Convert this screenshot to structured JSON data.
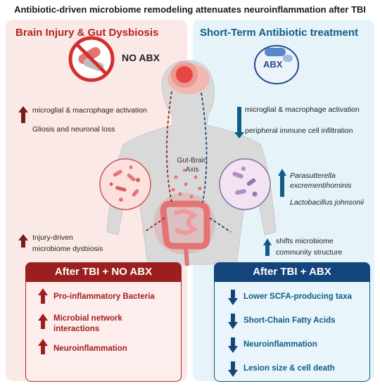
{
  "title": "Antibiotic-driven microbiome remodeling attenuates neuroinflammation after TBI",
  "left": {
    "heading": "Brain Injury & Gut Dysbiosis",
    "badge": "NO ABX",
    "up_items": [
      "microglial & macrophage activation",
      "Gliosis and neuronal loss"
    ],
    "dysbiosis": [
      "Injury-driven",
      "microbiome dysbiosis"
    ],
    "box_title": "After TBI + NO ABX",
    "box_items": [
      "Pro-inflammatory Bacteria",
      "Microbial network",
      "interactions",
      "Neuroinflammation"
    ]
  },
  "center": {
    "axis_label": [
      "Gut-Brain",
      "Axis"
    ]
  },
  "right": {
    "heading": "Short-Term Antibiotic treatment",
    "badge": "ABX",
    "down_items": [
      "microglial & macrophage activation",
      "peripheral immune cell infiltration"
    ],
    "bacteria": [
      "Parasutterella",
      "excrementihominis",
      "Lactobacillus johnsonii"
    ],
    "shift": [
      "shifts microbiome",
      "community structure"
    ],
    "box_title": "After TBI + ABX",
    "box_items": [
      "Lower SCFA-producing taxa",
      "Short-Chain Fatty Acids",
      "Neuroinflammation",
      "Lesion size & cell death"
    ]
  },
  "colors": {
    "red": "#b3261e",
    "dark_red": "#9c1f1f",
    "blue": "#0f5d87",
    "navy": "#14457a"
  },
  "icons": [
    "no-antibiotics-icon",
    "antibiotic-capsules-icon",
    "human-body-figure",
    "brain-injury-icon",
    "gut-icon",
    "microbiome-circle-left",
    "microbiome-circle-right"
  ]
}
